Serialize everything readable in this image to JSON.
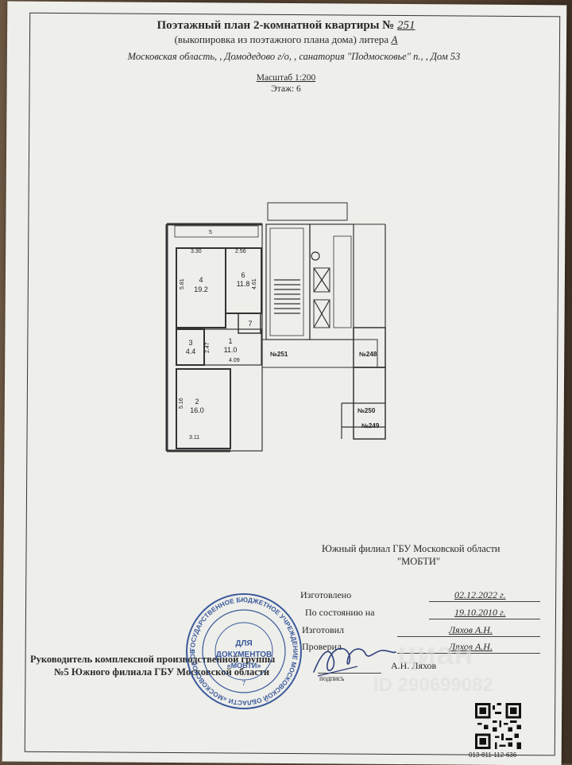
{
  "document": {
    "title_prefix": "Поэтажный план 2-комнатной квартиры №",
    "apartment_no": "251",
    "subtitle_prefix": "(выкопировка из поэтажного плана дома) литера",
    "litera": "А",
    "address": "Московская область, , Домодедово г/о, , санатория \"Подмосковье\" п., , Дом 53",
    "scale": "Масштаб 1:200",
    "floor": "Этаж: 6"
  },
  "plan": {
    "rooms": [
      {
        "no": "4",
        "area": "19.2"
      },
      {
        "no": "6",
        "area": "11.8"
      },
      {
        "no": "7",
        "area": ""
      },
      {
        "no": "3",
        "area": "4.4"
      },
      {
        "no": "1",
        "area": "11.0"
      },
      {
        "no": "2",
        "area": "16.0"
      }
    ],
    "dimensions": {
      "top": "5",
      "room4_w": "3.30",
      "room6_w": "2.56",
      "room4_h": "5.81",
      "room6_h": "4.61",
      "room3_h": "2.47",
      "room1_w": "4.09",
      "room2_h": "5.16",
      "room2_w": "3.11"
    },
    "neighbors": [
      "№251",
      "№248",
      "№250",
      "№249"
    ]
  },
  "organization": {
    "line1": "Южный филиал ГБУ Московской области",
    "line2": "\"МОБТИ\""
  },
  "fields": {
    "made_label": "Изготовлено",
    "made_value": "02.12.2022 г.",
    "state_label": "По состоянию на",
    "state_value": "19.10.2010 г.",
    "made_by_label": "Изготовил",
    "made_by_value": "Ляхов А.Н.",
    "checked_label": "Проверил",
    "checked_value": "Ляхов А.Н."
  },
  "head": {
    "line1": "Руководитель комплексной производственной группы",
    "line2": "№5 Южного филиала ГБУ Московской области",
    "signer": "А.Н. Ляхов",
    "signature_caption": "подпись"
  },
  "stamp": {
    "outer_text": "ГОСУДАРСТВЕННОЕ БЮДЖЕТНОЕ УЧРЕЖДЕНИЕ МОСКОВСКОЙ ОБЛАСТИ «МОСКОВСКОЕ ОБЛАСТНОЕ БЮРО ТЕХНИЧЕСКОЙ ИНВЕНТАРИЗАЦИИ» ЮЖНЫЙ ФИЛИАЛ",
    "inner1": "ДЛЯ",
    "inner2": "ДОКУМЕНТОВ",
    "inner3": "«МОБТИ»",
    "number": "7"
  },
  "watermark": {
    "brand": "циан",
    "id": "ID 290699082"
  },
  "qr_code": "013-811-112-636",
  "colors": {
    "paper": "#eeeeea",
    "ink": "#2a2a2a",
    "stamp_blue": "#3b5a9c",
    "signature_blue": "#2d3f7a"
  }
}
